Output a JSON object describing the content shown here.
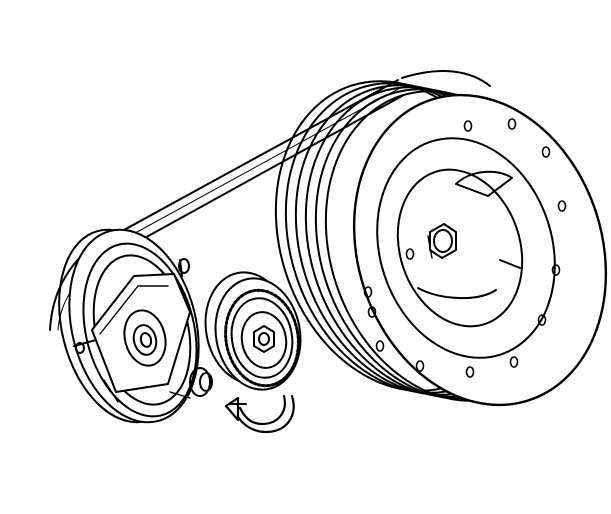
{
  "diagram": {
    "components": [
      "serpentine-belt",
      "crankshaft-pulley",
      "compressor-clutch-pulley",
      "belt-tensioner",
      "idler-pulley"
    ],
    "indicator": "rotation-arrow",
    "colors": {
      "line": "#000000",
      "background": "#ffffff"
    }
  }
}
